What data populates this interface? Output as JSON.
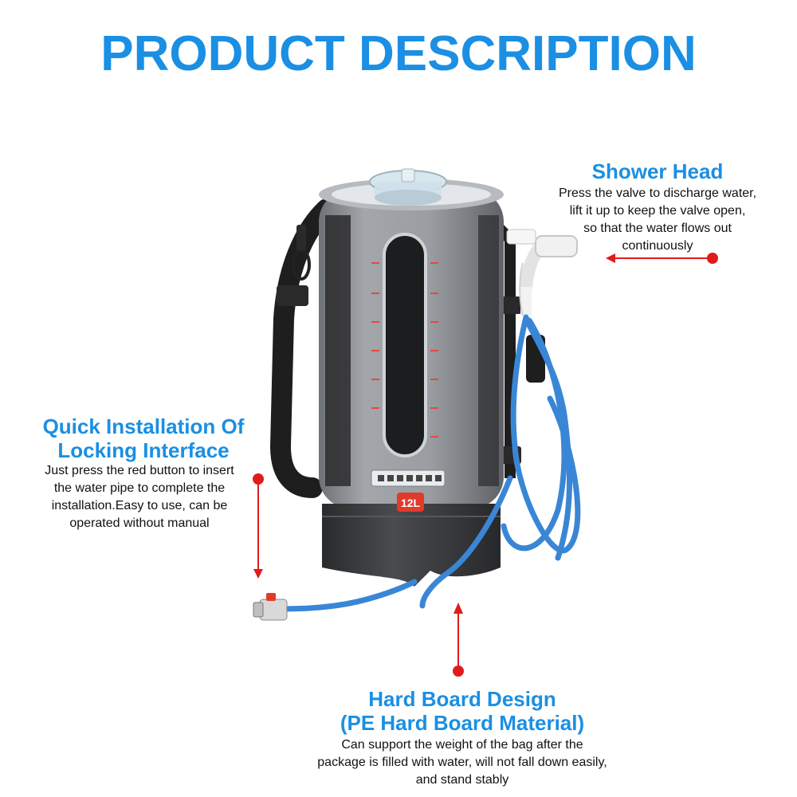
{
  "title": "PRODUCT DESCRIPTION",
  "product": {
    "capacity_badge": "12L"
  },
  "features": {
    "shower_head": {
      "heading": "Shower Head",
      "description_lines": [
        "Press the valve to discharge water,",
        "lift it up to keep the valve open,",
        "so that the water flows out",
        "continuously"
      ]
    },
    "locking_interface": {
      "heading_lines": [
        "Quick Installation Of",
        "Locking Interface"
      ],
      "description_lines": [
        "Just press the red button to insert",
        "the water pipe to complete the",
        "installation.Easy to use, can be",
        "operated without manual"
      ]
    },
    "hard_board": {
      "heading_lines": [
        "Hard Board Design",
        "(PE Hard Board Material)"
      ],
      "description_lines": [
        "Can support the weight of the bag after the",
        "package is filled with water, will not fall down easily,",
        "and stand stably"
      ]
    }
  },
  "colors": {
    "accent_blue": "#1a8fe3",
    "pointer_red": "#e01b1b",
    "bag_gray": "#8c8f93",
    "base_black": "#3a3b3d",
    "hose_blue": "#3a86d6"
  }
}
